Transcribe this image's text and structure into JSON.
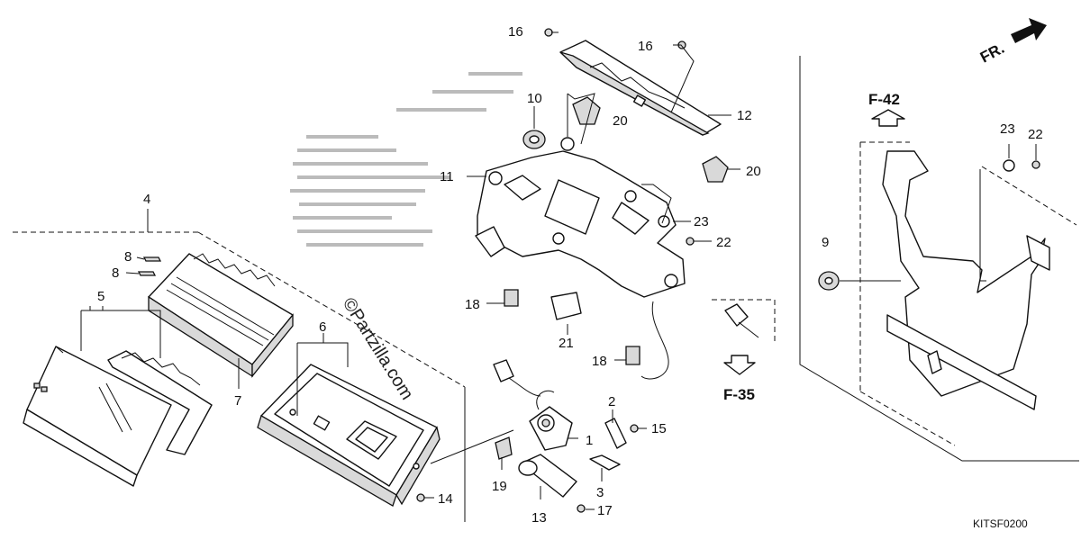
{
  "diagram_code": "KITSF0200",
  "watermark": "©Partzilla.com",
  "direction_label": "FR.",
  "refs": {
    "f42": "F-42",
    "f35": "F-35"
  },
  "callouts": {
    "c1": "1",
    "c2": "2",
    "c3": "3",
    "c4": "4",
    "c5": "5",
    "c6": "6",
    "c7": "7",
    "c8a": "8",
    "c8b": "8",
    "c9": "9",
    "c10": "10",
    "c11": "11",
    "c12": "12",
    "c13": "13",
    "c14": "14",
    "c15": "15",
    "c16a": "16",
    "c16b": "16",
    "c17": "17",
    "c18a": "18",
    "c18b": "18",
    "c19": "19",
    "c20a": "20",
    "c20b": "20",
    "c21": "21",
    "c22a": "22",
    "c22b": "22",
    "c23a": "23",
    "c23b": "23"
  }
}
